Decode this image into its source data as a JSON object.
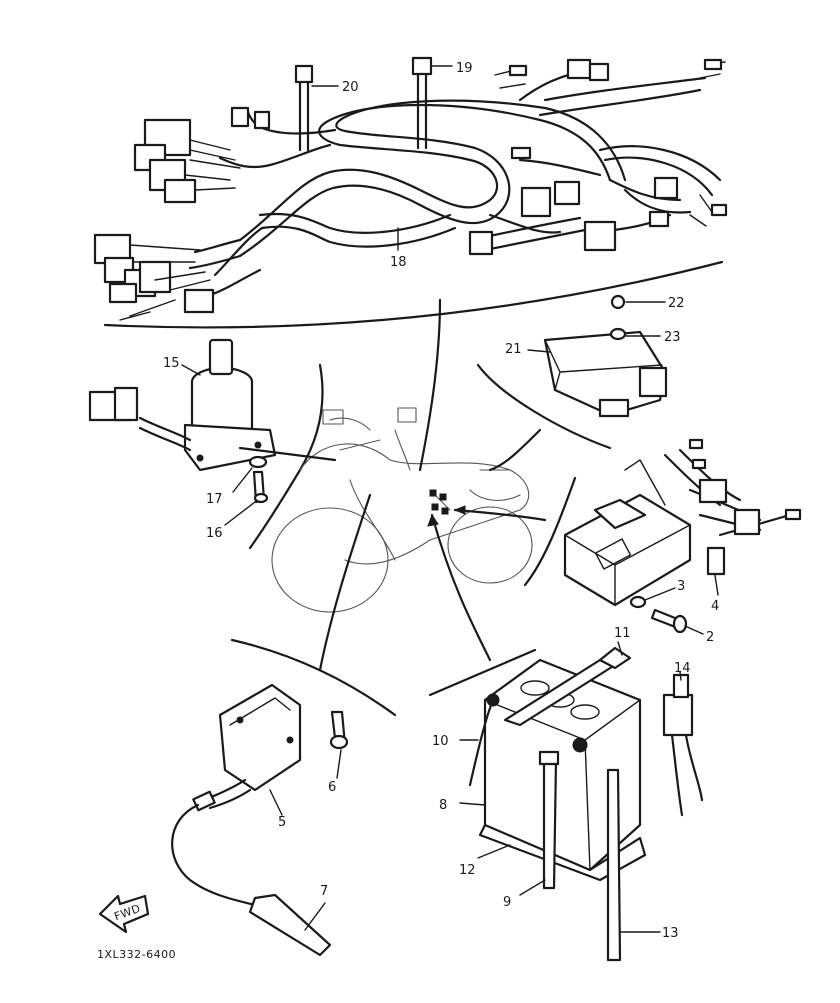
{
  "diagram": {
    "code": "1XL332-6400",
    "fwd_label": "FWD",
    "callouts": {
      "c2": "2",
      "c3": "3",
      "c4": "4",
      "c5": "5",
      "c6": "6",
      "c7": "7",
      "c8": "8",
      "c9": "9",
      "c10": "10",
      "c11": "11",
      "c12": "12",
      "c13": "13",
      "c14": "14",
      "c15": "15",
      "c16": "16",
      "c17": "17",
      "c18": "18",
      "c19": "19",
      "c20": "20",
      "c21": "21",
      "c22": "22",
      "c23": "23"
    }
  }
}
